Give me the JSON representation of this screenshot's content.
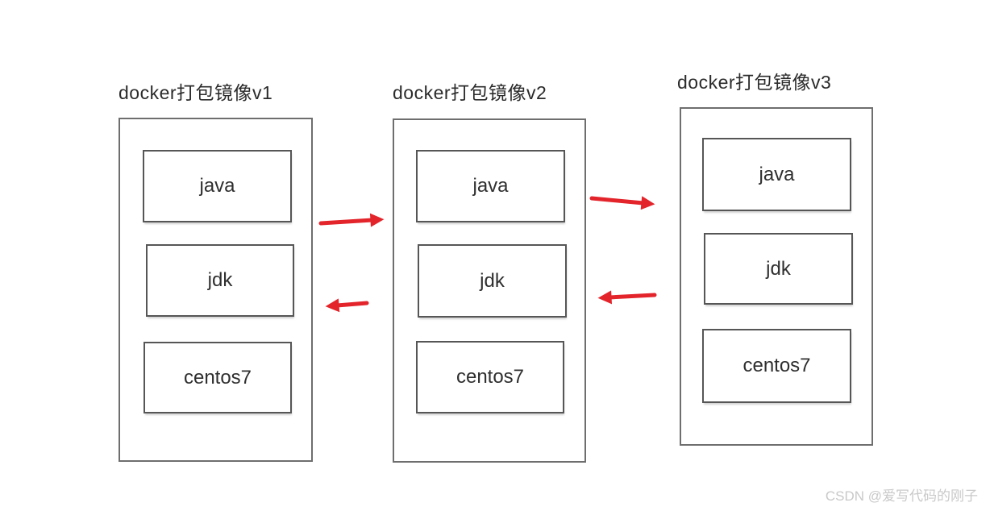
{
  "page": {
    "background_color": "#ffffff"
  },
  "diagram": {
    "arrow_color": "#e3242b",
    "outer_box_border_color": "#6e6e6e",
    "layer_box_border_color": "#565656",
    "columns": [
      {
        "id": "v1",
        "title": "docker打包镜像v1",
        "layers": [
          "java",
          "jdk",
          "centos7"
        ]
      },
      {
        "id": "v2",
        "title": "docker打包镜像v2",
        "layers": [
          "java",
          "jdk",
          "centos7"
        ]
      },
      {
        "id": "v3",
        "title": "docker打包镜像v3",
        "layers": [
          "java",
          "jdk",
          "centos7"
        ]
      }
    ],
    "arrows": [
      {
        "from": "docker打包镜像v1",
        "to": "docker打包镜像v2",
        "direction": "right"
      },
      {
        "from": "docker打包镜像v2",
        "to": "docker打包镜像v1",
        "direction": "left"
      },
      {
        "from": "docker打包镜像v2",
        "to": "docker打包镜像v3",
        "direction": "right"
      },
      {
        "from": "docker打包镜像v3",
        "to": "docker打包镜像v2",
        "direction": "left"
      }
    ]
  },
  "watermark": {
    "text": "CSDN @爱写代码的刚子",
    "color": "#c9c9c9"
  }
}
